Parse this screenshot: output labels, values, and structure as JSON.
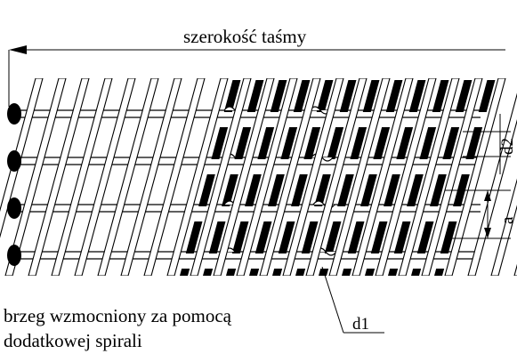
{
  "labels": {
    "width": "szerokość taśmy",
    "edge_line1": "brzeg wzmocniony za pomocą",
    "edge_line2": "dodatkowej spirali",
    "d1": "d1",
    "d2": "d2",
    "a": "a"
  },
  "colors": {
    "ink": "#000000",
    "paper": "#ffffff"
  }
}
